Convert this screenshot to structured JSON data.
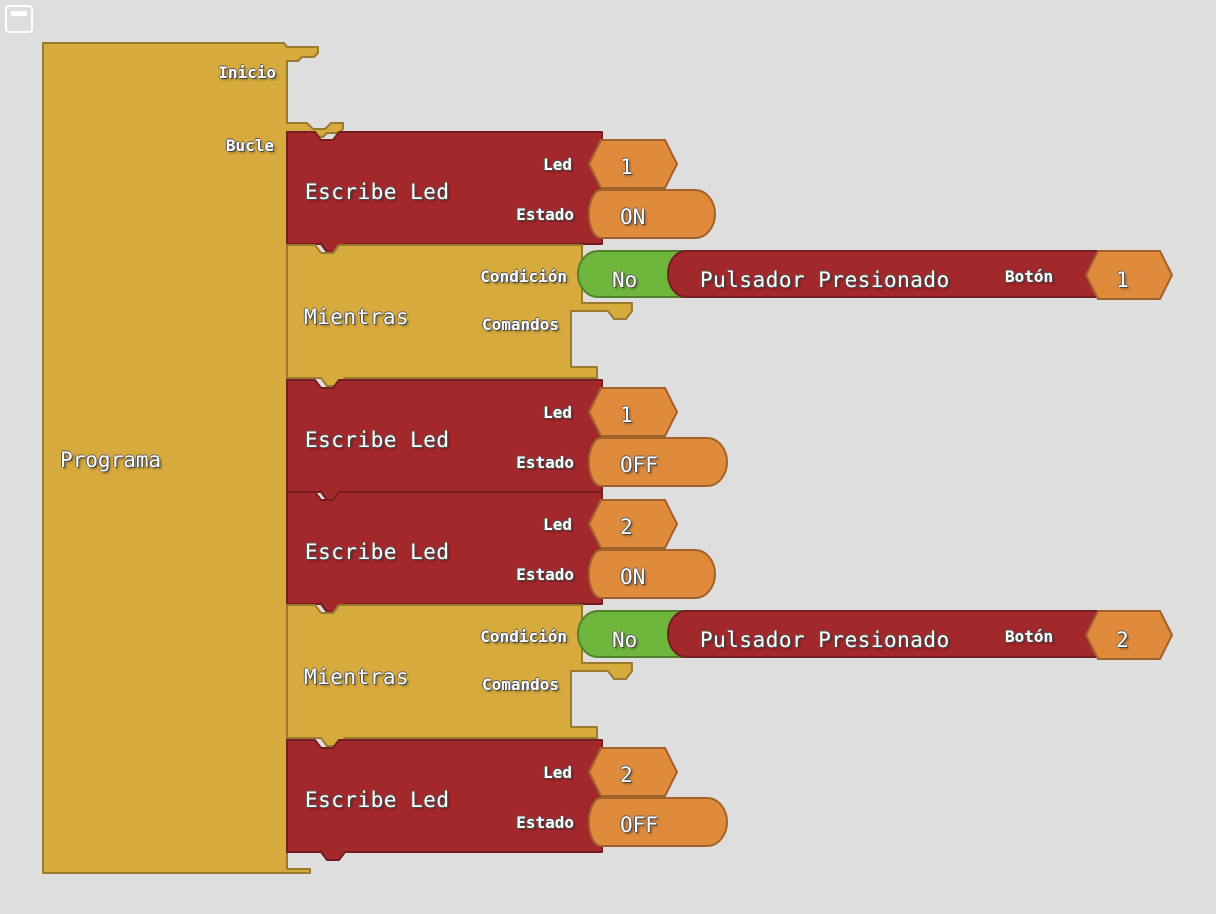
{
  "toolbar": {
    "menu_icon": "window-icon"
  },
  "colors": {
    "program_block": "#d6aa3d",
    "write_block": "#a3282c",
    "number_block": "#e08a3c",
    "state_block": "#e08a3c",
    "not_block": "#6fb63c",
    "button_block": "#a3282c",
    "workspace": "#dedede"
  },
  "program": {
    "label": "Programa",
    "setup_label": "Inicio",
    "loop_label": "Bucle"
  },
  "blocks": [
    {
      "type": "write_led",
      "title": "Escribe Led",
      "led_label": "Led",
      "state_label": "Estado",
      "led_value": "1",
      "state_value": "ON"
    },
    {
      "type": "while",
      "title": "Mientras",
      "condition_label": "Condición",
      "commands_label": "Comandos",
      "not_label": "No",
      "sensor_label": "Pulsador Presionado",
      "button_label": "Botón",
      "button_value": "1"
    },
    {
      "type": "write_led",
      "title": "Escribe Led",
      "led_label": "Led",
      "state_label": "Estado",
      "led_value": "1",
      "state_value": "OFF"
    },
    {
      "type": "write_led",
      "title": "Escribe Led",
      "led_label": "Led",
      "state_label": "Estado",
      "led_value": "2",
      "state_value": "ON"
    },
    {
      "type": "while",
      "title": "Mientras",
      "condition_label": "Condición",
      "commands_label": "Comandos",
      "not_label": "No",
      "sensor_label": "Pulsador Presionado",
      "button_label": "Botón",
      "button_value": "2"
    },
    {
      "type": "write_led",
      "title": "Escribe Led",
      "led_label": "Led",
      "state_label": "Estado",
      "led_value": "2",
      "state_value": "OFF"
    }
  ]
}
